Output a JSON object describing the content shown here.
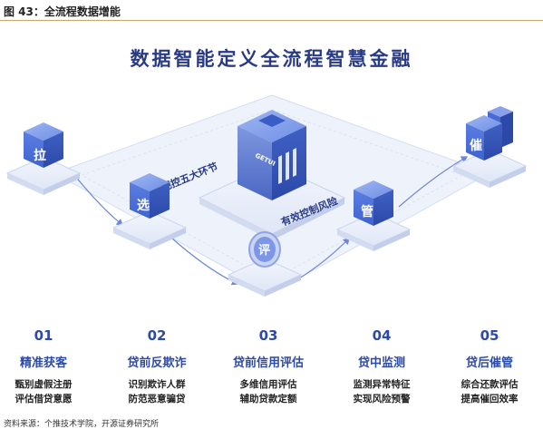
{
  "figure_title": "图 43：全流程数据增能",
  "main_title": "数据智能定义全流程智慧金融",
  "center_labels": {
    "left": "把控五大环节",
    "right": "有效控制风险",
    "server_brand": "GETUI"
  },
  "nodes": [
    {
      "char": "拉",
      "number": "01",
      "name": "精准获客",
      "desc": [
        "甄别虚假注册",
        "评估借贷意愿"
      ]
    },
    {
      "char": "选",
      "number": "02",
      "name": "贷前反欺诈",
      "desc": [
        "识别欺诈人群",
        "防范恶意骗贷"
      ]
    },
    {
      "char": "评",
      "number": "03",
      "name": "贷前信用评估",
      "desc": [
        "多维信用评估",
        "辅助贷款定额"
      ]
    },
    {
      "char": "管",
      "number": "04",
      "name": "贷中监测",
      "desc": [
        "监测异常特征",
        "实现风险预警"
      ]
    },
    {
      "char": "催",
      "number": "05",
      "name": "贷后催管",
      "desc": [
        "综合还款评估",
        "提高催回效率"
      ]
    }
  ],
  "source": "资料来源：个推技术学院，开源证券研究所",
  "colors": {
    "brand": "#2c4aa7",
    "title": "#2a3b86",
    "rule": "#c9a66b"
  }
}
